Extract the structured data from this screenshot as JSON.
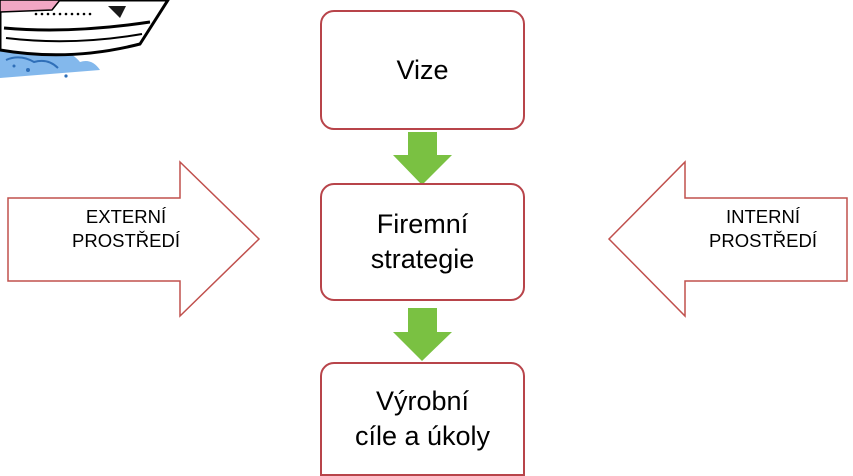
{
  "diagram": {
    "boxes": {
      "vision": "Vize",
      "strategy": "Firemní\nstrategie",
      "goals": "Výrobní\ncíle a úkoly"
    },
    "external": "EXTERNÍ\nPROSTŘEDÍ",
    "internal": "INTERNÍ\nPROSTŘEDÍ"
  },
  "colors": {
    "box_border": "#b8444a",
    "flow_arrow": "#7ac142",
    "outline_arrow": "#c0504d"
  },
  "icons": {
    "clipart": "cruise-ship-icon"
  }
}
